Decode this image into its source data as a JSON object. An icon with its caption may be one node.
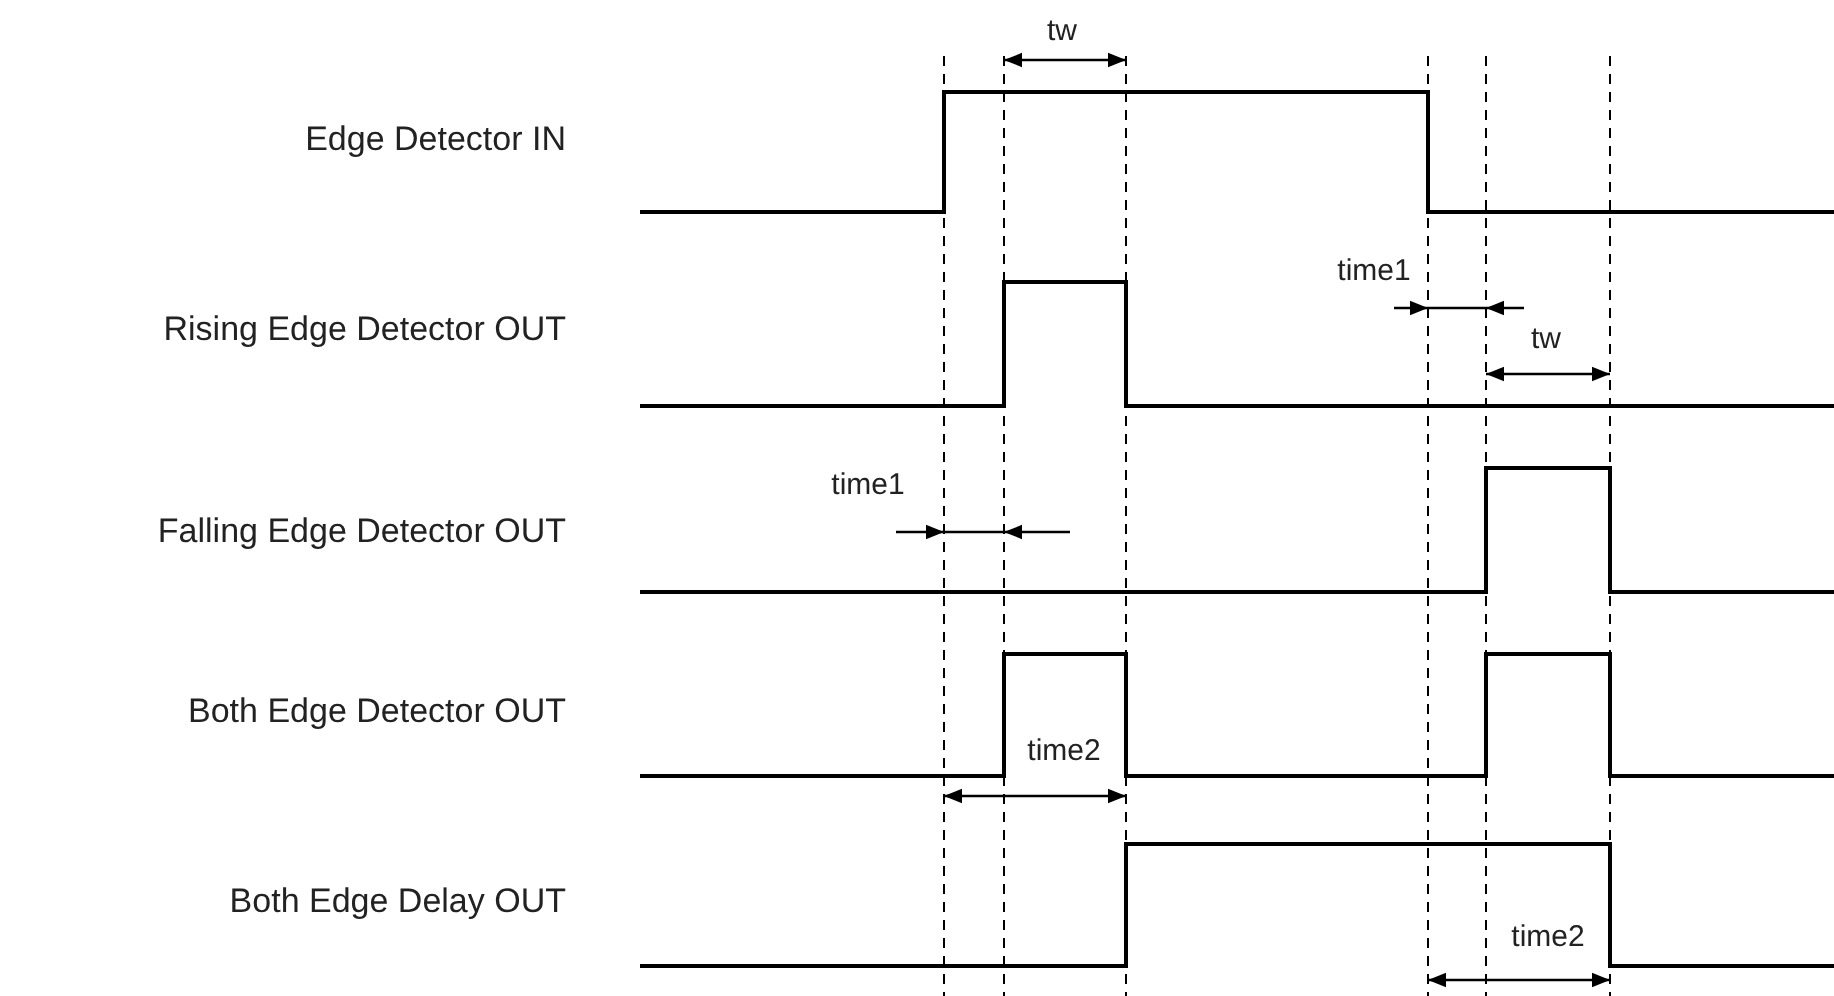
{
  "diagram": {
    "labels": [
      "tw",
      "Edge Detector IN",
      "time1",
      "Rising Edge Detector OUT",
      "tw",
      "time1",
      "Falling Edge Detector OUT",
      "Both Edge Detector OUT",
      "time2",
      "Both Edge Delay OUT",
      "time2"
    ]
  }
}
